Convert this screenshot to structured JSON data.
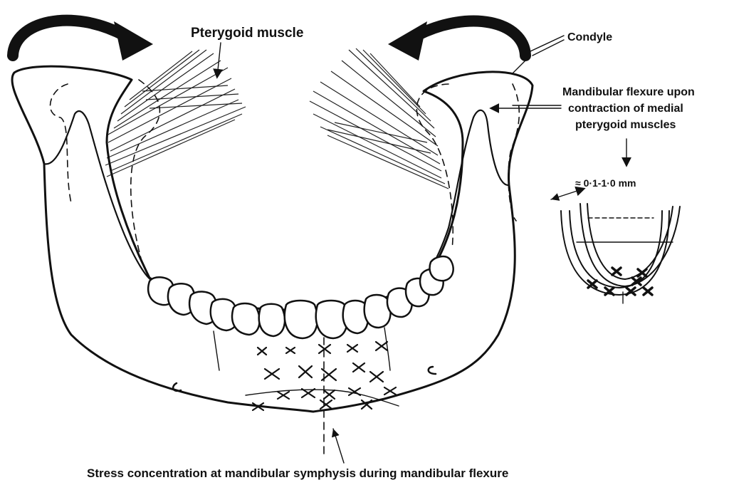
{
  "labels": {
    "pterygoid": "Pterygoid muscle",
    "condyle": "Condyle",
    "flexure_line1": "Mandibular flexure upon",
    "flexure_line2": "contraction of medial",
    "flexure_line3": "pterygoid muscles",
    "measurement": "≈ 0·1-1·0 mm",
    "caption": "Stress concentration  at mandibular symphysis during mandibular flexure"
  },
  "colors": {
    "ink": "#111111",
    "background": "#ffffff",
    "muscle_fill": "#cfcfcf"
  },
  "icons": {
    "left_arrow": "curved-arrow-right-icon",
    "right_arrow": "curved-arrow-left-icon"
  },
  "tooth_count": 14
}
